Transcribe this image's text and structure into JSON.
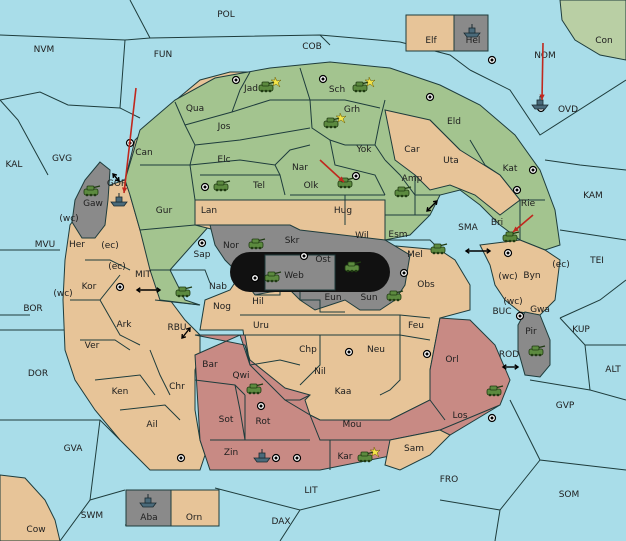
{
  "colors": {
    "sea": "#a9dde9",
    "green": "#a3c48f",
    "tan": "#e7c498",
    "rose": "#c88a84",
    "grey": "#8a8a8a",
    "paleGreen": "#b9cfa4",
    "border": "#1e3c3c",
    "unitFill": "#5c8a3f",
    "fleetFill": "#4a6a7a",
    "order": "#c0281e"
  },
  "sea_labels": [
    {
      "id": "POL",
      "label": "POL"
    },
    {
      "id": "NVM",
      "label": "NVM"
    },
    {
      "id": "FUN",
      "label": "FUN"
    },
    {
      "id": "COB",
      "label": "COB"
    },
    {
      "id": "NOM",
      "label": "NOM"
    },
    {
      "id": "OVD",
      "label": "OVD"
    },
    {
      "id": "KAL",
      "label": "KAL"
    },
    {
      "id": "GVG",
      "label": "GVG"
    },
    {
      "id": "GOR",
      "label": "GOR"
    },
    {
      "id": "KAM",
      "label": "KAM"
    },
    {
      "id": "SMA",
      "label": "SMA"
    },
    {
      "id": "TEI",
      "label": "TEI"
    },
    {
      "id": "MVU",
      "label": "MVU"
    },
    {
      "id": "MIT",
      "label": "MIT"
    },
    {
      "id": "BOR",
      "label": "BOR"
    },
    {
      "id": "RBU",
      "label": "RBU"
    },
    {
      "id": "BUC",
      "label": "BUC"
    },
    {
      "id": "KUP",
      "label": "KUP"
    },
    {
      "id": "DOR",
      "label": "DOR"
    },
    {
      "id": "ROD",
      "label": "ROD"
    },
    {
      "id": "ALT",
      "label": "ALT"
    },
    {
      "id": "GVP",
      "label": "GVP"
    },
    {
      "id": "GVA",
      "label": "GVA"
    },
    {
      "id": "FRO",
      "label": "FRO"
    },
    {
      "id": "LIT",
      "label": "LIT"
    },
    {
      "id": "SOM",
      "label": "SOM"
    },
    {
      "id": "SWM",
      "label": "SWM"
    },
    {
      "id": "DAX",
      "label": "DAX"
    },
    {
      "id": "Cow",
      "label": "Cow"
    },
    {
      "id": "Con",
      "label": "Con"
    }
  ],
  "land_labels": [
    {
      "id": "Jad",
      "label": "Jad"
    },
    {
      "id": "Sch",
      "label": "Sch"
    },
    {
      "id": "Qua",
      "label": "Qua"
    },
    {
      "id": "Jos",
      "label": "Jos"
    },
    {
      "id": "Grh",
      "label": "Grh"
    },
    {
      "id": "Eld",
      "label": "Eld"
    },
    {
      "id": "Can",
      "label": "Can"
    },
    {
      "id": "Elc",
      "label": "Elc"
    },
    {
      "id": "Yok",
      "label": "Yok"
    },
    {
      "id": "Car",
      "label": "Car"
    },
    {
      "id": "Uta",
      "label": "Uta"
    },
    {
      "id": "Nar",
      "label": "Nar"
    },
    {
      "id": "Kat",
      "label": "Kat"
    },
    {
      "id": "Tel",
      "label": "Tel"
    },
    {
      "id": "Olk",
      "label": "Olk"
    },
    {
      "id": "Amp",
      "label": "Amp"
    },
    {
      "id": "Gaw",
      "label": "Gaw"
    },
    {
      "id": "Gur",
      "label": "Gur"
    },
    {
      "id": "Rie",
      "label": "Rie"
    },
    {
      "id": "Lan",
      "label": "Lan"
    },
    {
      "id": "Hug",
      "label": "Hug"
    },
    {
      "id": "Bri",
      "label": "Bri"
    },
    {
      "id": "Wil",
      "label": "Wil"
    },
    {
      "id": "Esm",
      "label": "Esm"
    },
    {
      "id": "Nor",
      "label": "Nor"
    },
    {
      "id": "Skr",
      "label": "Skr"
    },
    {
      "id": "Her",
      "label": "Her"
    },
    {
      "id": "Sap",
      "label": "Sap"
    },
    {
      "id": "Ost",
      "label": "Ost"
    },
    {
      "id": "Mel",
      "label": "Mel"
    },
    {
      "id": "Byn",
      "label": "Byn"
    },
    {
      "id": "Web",
      "label": "Web"
    },
    {
      "id": "Kor",
      "label": "Kor"
    },
    {
      "id": "Nab",
      "label": "Nab"
    },
    {
      "id": "Obs",
      "label": "Obs"
    },
    {
      "id": "Eun",
      "label": "Eun"
    },
    {
      "id": "Hil",
      "label": "Hil"
    },
    {
      "id": "Sun",
      "label": "Sun"
    },
    {
      "id": "Gwa",
      "label": "Gwa"
    },
    {
      "id": "Nog",
      "label": "Nog"
    },
    {
      "id": "Ark",
      "label": "Ark"
    },
    {
      "id": "Uru",
      "label": "Uru"
    },
    {
      "id": "Feu",
      "label": "Feu"
    },
    {
      "id": "Pir",
      "label": "Pir"
    },
    {
      "id": "Ver",
      "label": "Ver"
    },
    {
      "id": "Chp",
      "label": "Chp"
    },
    {
      "id": "Neu",
      "label": "Neu"
    },
    {
      "id": "Orl",
      "label": "Orl"
    },
    {
      "id": "Bar",
      "label": "Bar"
    },
    {
      "id": "Qwi",
      "label": "Qwi"
    },
    {
      "id": "Nil",
      "label": "Nil"
    },
    {
      "id": "Ken",
      "label": "Ken"
    },
    {
      "id": "Chr",
      "label": "Chr"
    },
    {
      "id": "Kaa",
      "label": "Kaa"
    },
    {
      "id": "Los",
      "label": "Los"
    },
    {
      "id": "Ail",
      "label": "Ail"
    },
    {
      "id": "Sot",
      "label": "Sot"
    },
    {
      "id": "Rot",
      "label": "Rot"
    },
    {
      "id": "Mou",
      "label": "Mou"
    },
    {
      "id": "Sam",
      "label": "Sam"
    },
    {
      "id": "Zin",
      "label": "Zin"
    },
    {
      "id": "Kar",
      "label": "Kar"
    },
    {
      "id": "Elf",
      "label": "Elf"
    },
    {
      "id": "Hel",
      "label": "Hel"
    },
    {
      "id": "Aba",
      "label": "Aba"
    },
    {
      "id": "Orn",
      "label": "Orn"
    }
  ],
  "coast_labels": [
    {
      "id": "wc1",
      "label": "(wc)"
    },
    {
      "id": "ec1",
      "label": "(ec)"
    },
    {
      "id": "ec2",
      "label": "(ec)"
    },
    {
      "id": "wc2",
      "label": "(wc)"
    },
    {
      "id": "wc3",
      "label": "(wc)"
    },
    {
      "id": "ec3",
      "label": "(ec)"
    },
    {
      "id": "wc4",
      "label": "(wc)"
    }
  ],
  "units": [
    {
      "kind": "army",
      "owner": "green",
      "at": "Jad",
      "shaken": true
    },
    {
      "kind": "army",
      "owner": "green",
      "at": "Sch",
      "shaken": true
    },
    {
      "kind": "army",
      "owner": "green",
      "at": "Grh",
      "shaken": true
    },
    {
      "kind": "army",
      "owner": "green",
      "at": "Tel"
    },
    {
      "kind": "army",
      "owner": "green",
      "at": "Olk"
    },
    {
      "kind": "army",
      "owner": "green",
      "at": "Amp"
    },
    {
      "kind": "army",
      "owner": "green",
      "at": "Gaw"
    },
    {
      "kind": "army",
      "owner": "green",
      "at": "Bri"
    },
    {
      "kind": "army",
      "owner": "green",
      "at": "Esm"
    },
    {
      "kind": "army",
      "owner": "green",
      "at": "Nor"
    },
    {
      "kind": "army",
      "owner": "green",
      "at": "Web"
    },
    {
      "kind": "army",
      "owner": "green",
      "at": "Ost"
    },
    {
      "kind": "army",
      "owner": "green",
      "at": "Sun"
    },
    {
      "kind": "army",
      "owner": "green",
      "at": "Nab"
    },
    {
      "kind": "army",
      "owner": "green",
      "at": "Qwi"
    },
    {
      "kind": "army",
      "owner": "green",
      "at": "Pir"
    },
    {
      "kind": "army",
      "owner": "green",
      "at": "Los"
    },
    {
      "kind": "army",
      "owner": "green",
      "at": "Kar",
      "shaken": true
    },
    {
      "kind": "fleet",
      "owner": "grey",
      "at": "Hel"
    },
    {
      "kind": "fleet",
      "owner": "grey",
      "at": "OVD"
    },
    {
      "kind": "fleet",
      "owner": "grey",
      "at": "GOR"
    },
    {
      "kind": "fleet",
      "owner": "grey",
      "at": "Zin"
    },
    {
      "kind": "fleet",
      "owner": "grey",
      "at": "Aba"
    }
  ],
  "orders": [
    {
      "from": "NOM",
      "to": "OVD"
    },
    {
      "from": "Can",
      "to": "GOR"
    },
    {
      "from": "Nar",
      "to": "Olk"
    },
    {
      "from": "Rie",
      "to": "Bri"
    }
  ]
}
